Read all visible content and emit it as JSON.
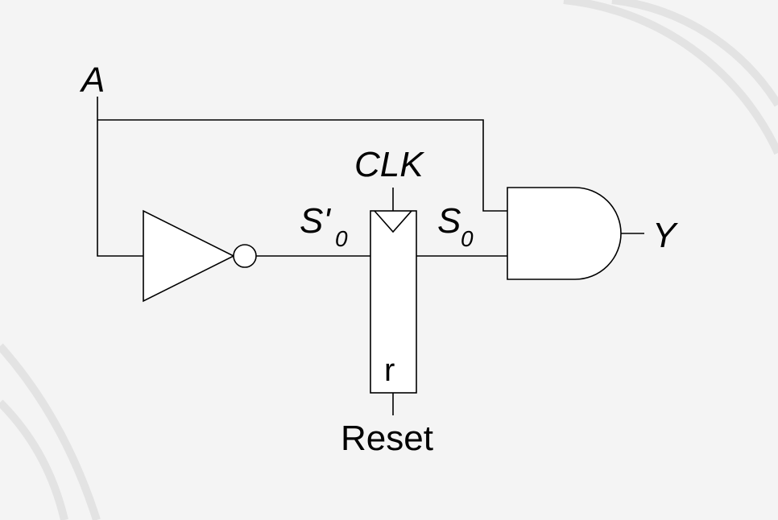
{
  "diagram": {
    "input_label": "A",
    "clock_label": "CLK",
    "next_state_label": "S'",
    "next_state_subscript": "0",
    "state_label": "S",
    "state_subscript": "0",
    "output_label": "Y",
    "reset_pin_label": "r",
    "reset_label": "Reset"
  },
  "colors": {
    "background": "#f4f4f4",
    "stroke": "#000000",
    "watermark": "#e6e6e6"
  }
}
